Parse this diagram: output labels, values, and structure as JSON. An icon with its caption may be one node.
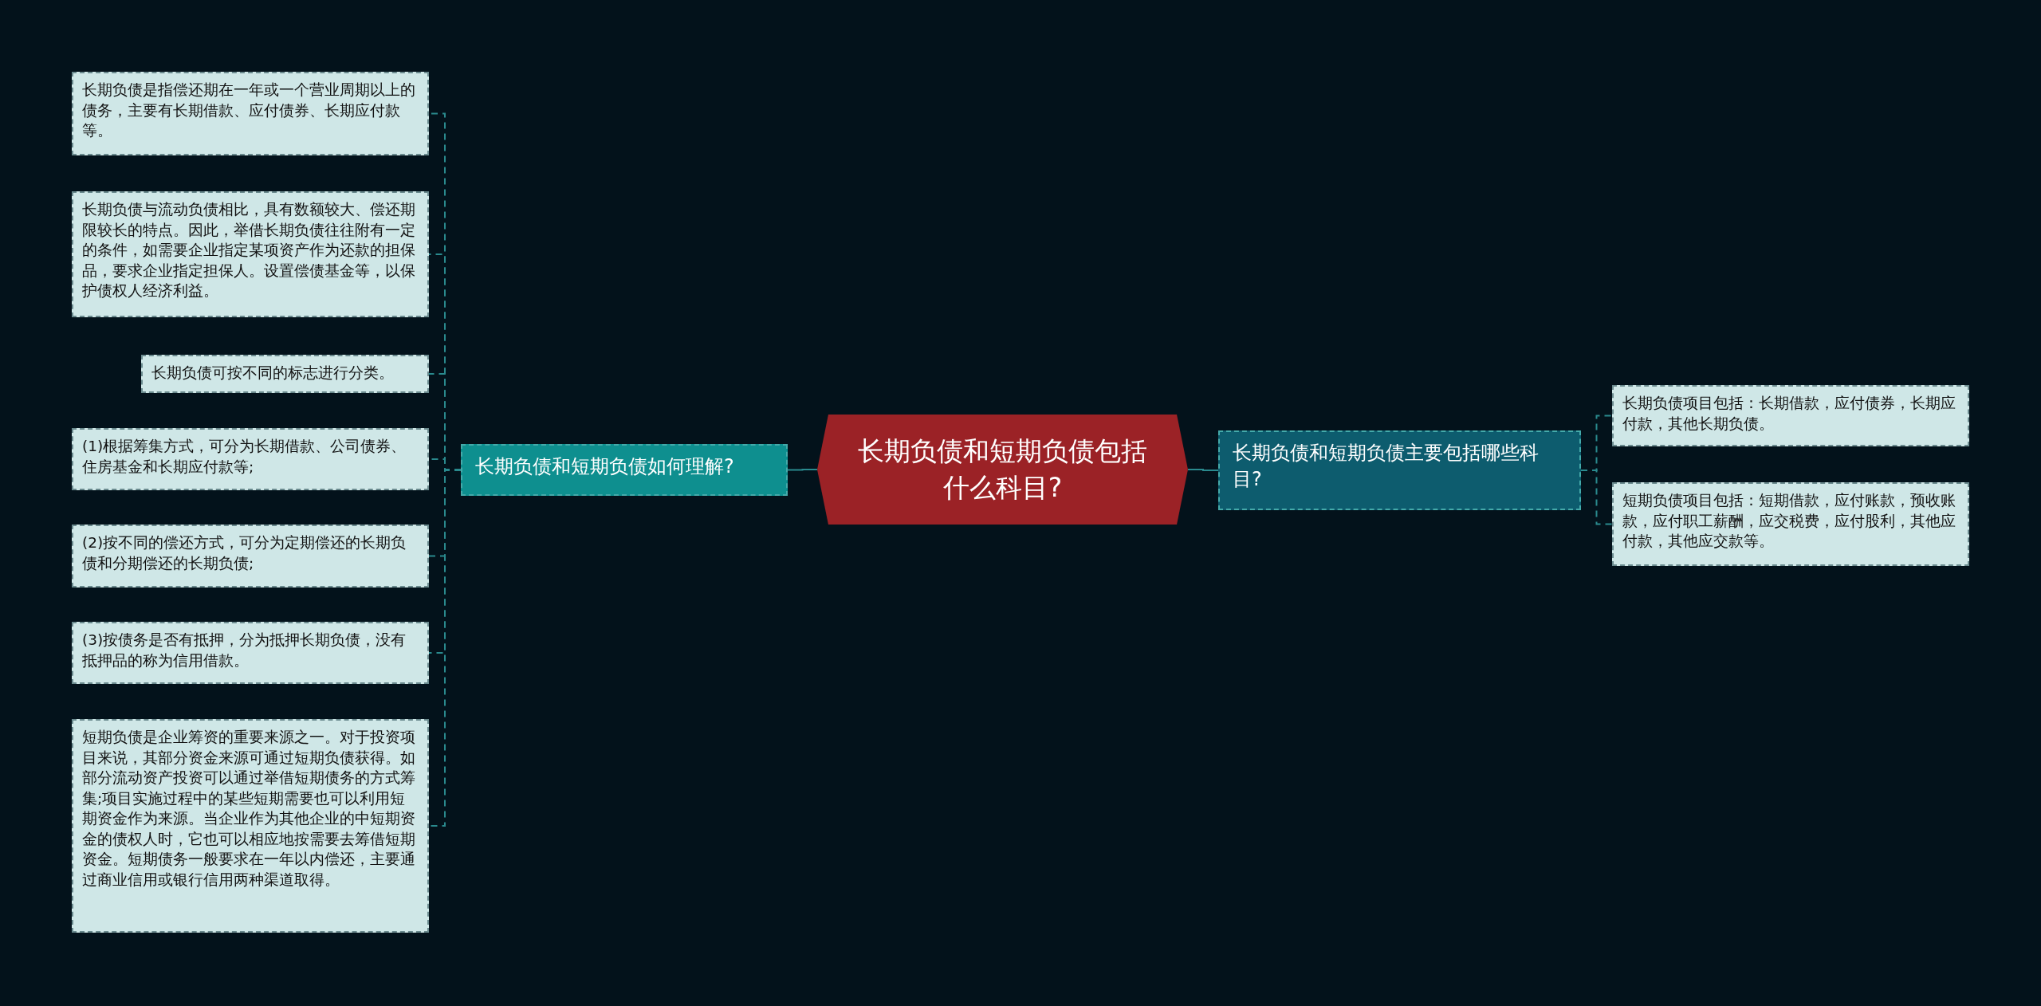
{
  "diagram": {
    "nodes": [
      {
        "text": [
          "长期负债和短期负债包括什么科目?"
        ]
      },
      {
        "text": [
          "长期负债和短期负债如何理解?"
        ]
      },
      {
        "text": [
          "长期负债是指偿还期在一年或一个营业周期以上的债务，主要有长期借款、应付债券、长期应付款等。"
        ]
      },
      {
        "text": [
          "长期负债与流动负债相比，具有数额较大、偿还期限较长的特点。因此，举借长期负债往往附有一定的条件，如需要企业指定某项资产作为还款的担保品，要求企业指定担保人。设置偿债基金等，以保护债权人经济利益。"
        ]
      },
      {
        "text": [
          "长期负债可按不同的标志进行分类。"
        ]
      },
      {
        "text": [
          "(1)根据筹集方式，可分为长期借款、公司债券、住房基金和长期应付款等;"
        ]
      },
      {
        "text": [
          "(2)按不同的偿还方式，可分为定期偿还的长期负债和分期偿还的长期负债;"
        ]
      },
      {
        "text": [
          "(3)按债务是否有抵押，分为抵押长期负债，没有抵押品的称为信用借款。"
        ]
      },
      {
        "text": [
          "短期负债是企业筹资的重要来源之一。对于投资项目来说，其部分资金来源可通过短期负债获得。如部分流动资产投资可以通过举借短期债务的方式筹集;项目实施过程中的某些短期需要也可以利用短期资金作为来源。当企业作为其他企业的中短期资金的债权人时，它也可以相应地按需要去筹借短期资金。短期债务一般要求在一年以内偿还，主要通过商业信用或银行信用两种渠道取得。"
        ]
      },
      {
        "text": [
          "长期负债和短期负债主要包括哪些科目?"
        ]
      },
      {
        "text": [
          "长期负债项目包括：长期借款，应付债券，长期应付款，其他长期负债。"
        ]
      },
      {
        "text": [
          "短期负债项目包括：短期借款，应付账款，预收账款，应付职工薪酬，应交税费，应付股利，其他应付款，其他应交款等。"
        ]
      }
    ],
    "edges": [
      {
        "from": 0,
        "to": 1,
        "arrow": "none"
      },
      {
        "from": 1,
        "to": 2,
        "arrow": "none",
        "style": "dashed"
      },
      {
        "from": 1,
        "to": 3,
        "arrow": "none",
        "style": "dashed"
      },
      {
        "from": 1,
        "to": 4,
        "arrow": "none",
        "style": "dashed"
      },
      {
        "from": 1,
        "to": 5,
        "arrow": "none",
        "style": "dashed"
      },
      {
        "from": 1,
        "to": 6,
        "arrow": "none",
        "style": "dashed"
      },
      {
        "from": 1,
        "to": 7,
        "arrow": "none",
        "style": "dashed"
      },
      {
        "from": 1,
        "to": 8,
        "arrow": "none",
        "style": "dashed"
      },
      {
        "from": 0,
        "to": 9,
        "arrow": "none"
      },
      {
        "from": 9,
        "to": 10,
        "arrow": "none",
        "style": "dashed"
      },
      {
        "from": 9,
        "to": 11,
        "arrow": "none",
        "style": "dashed"
      }
    ]
  }
}
